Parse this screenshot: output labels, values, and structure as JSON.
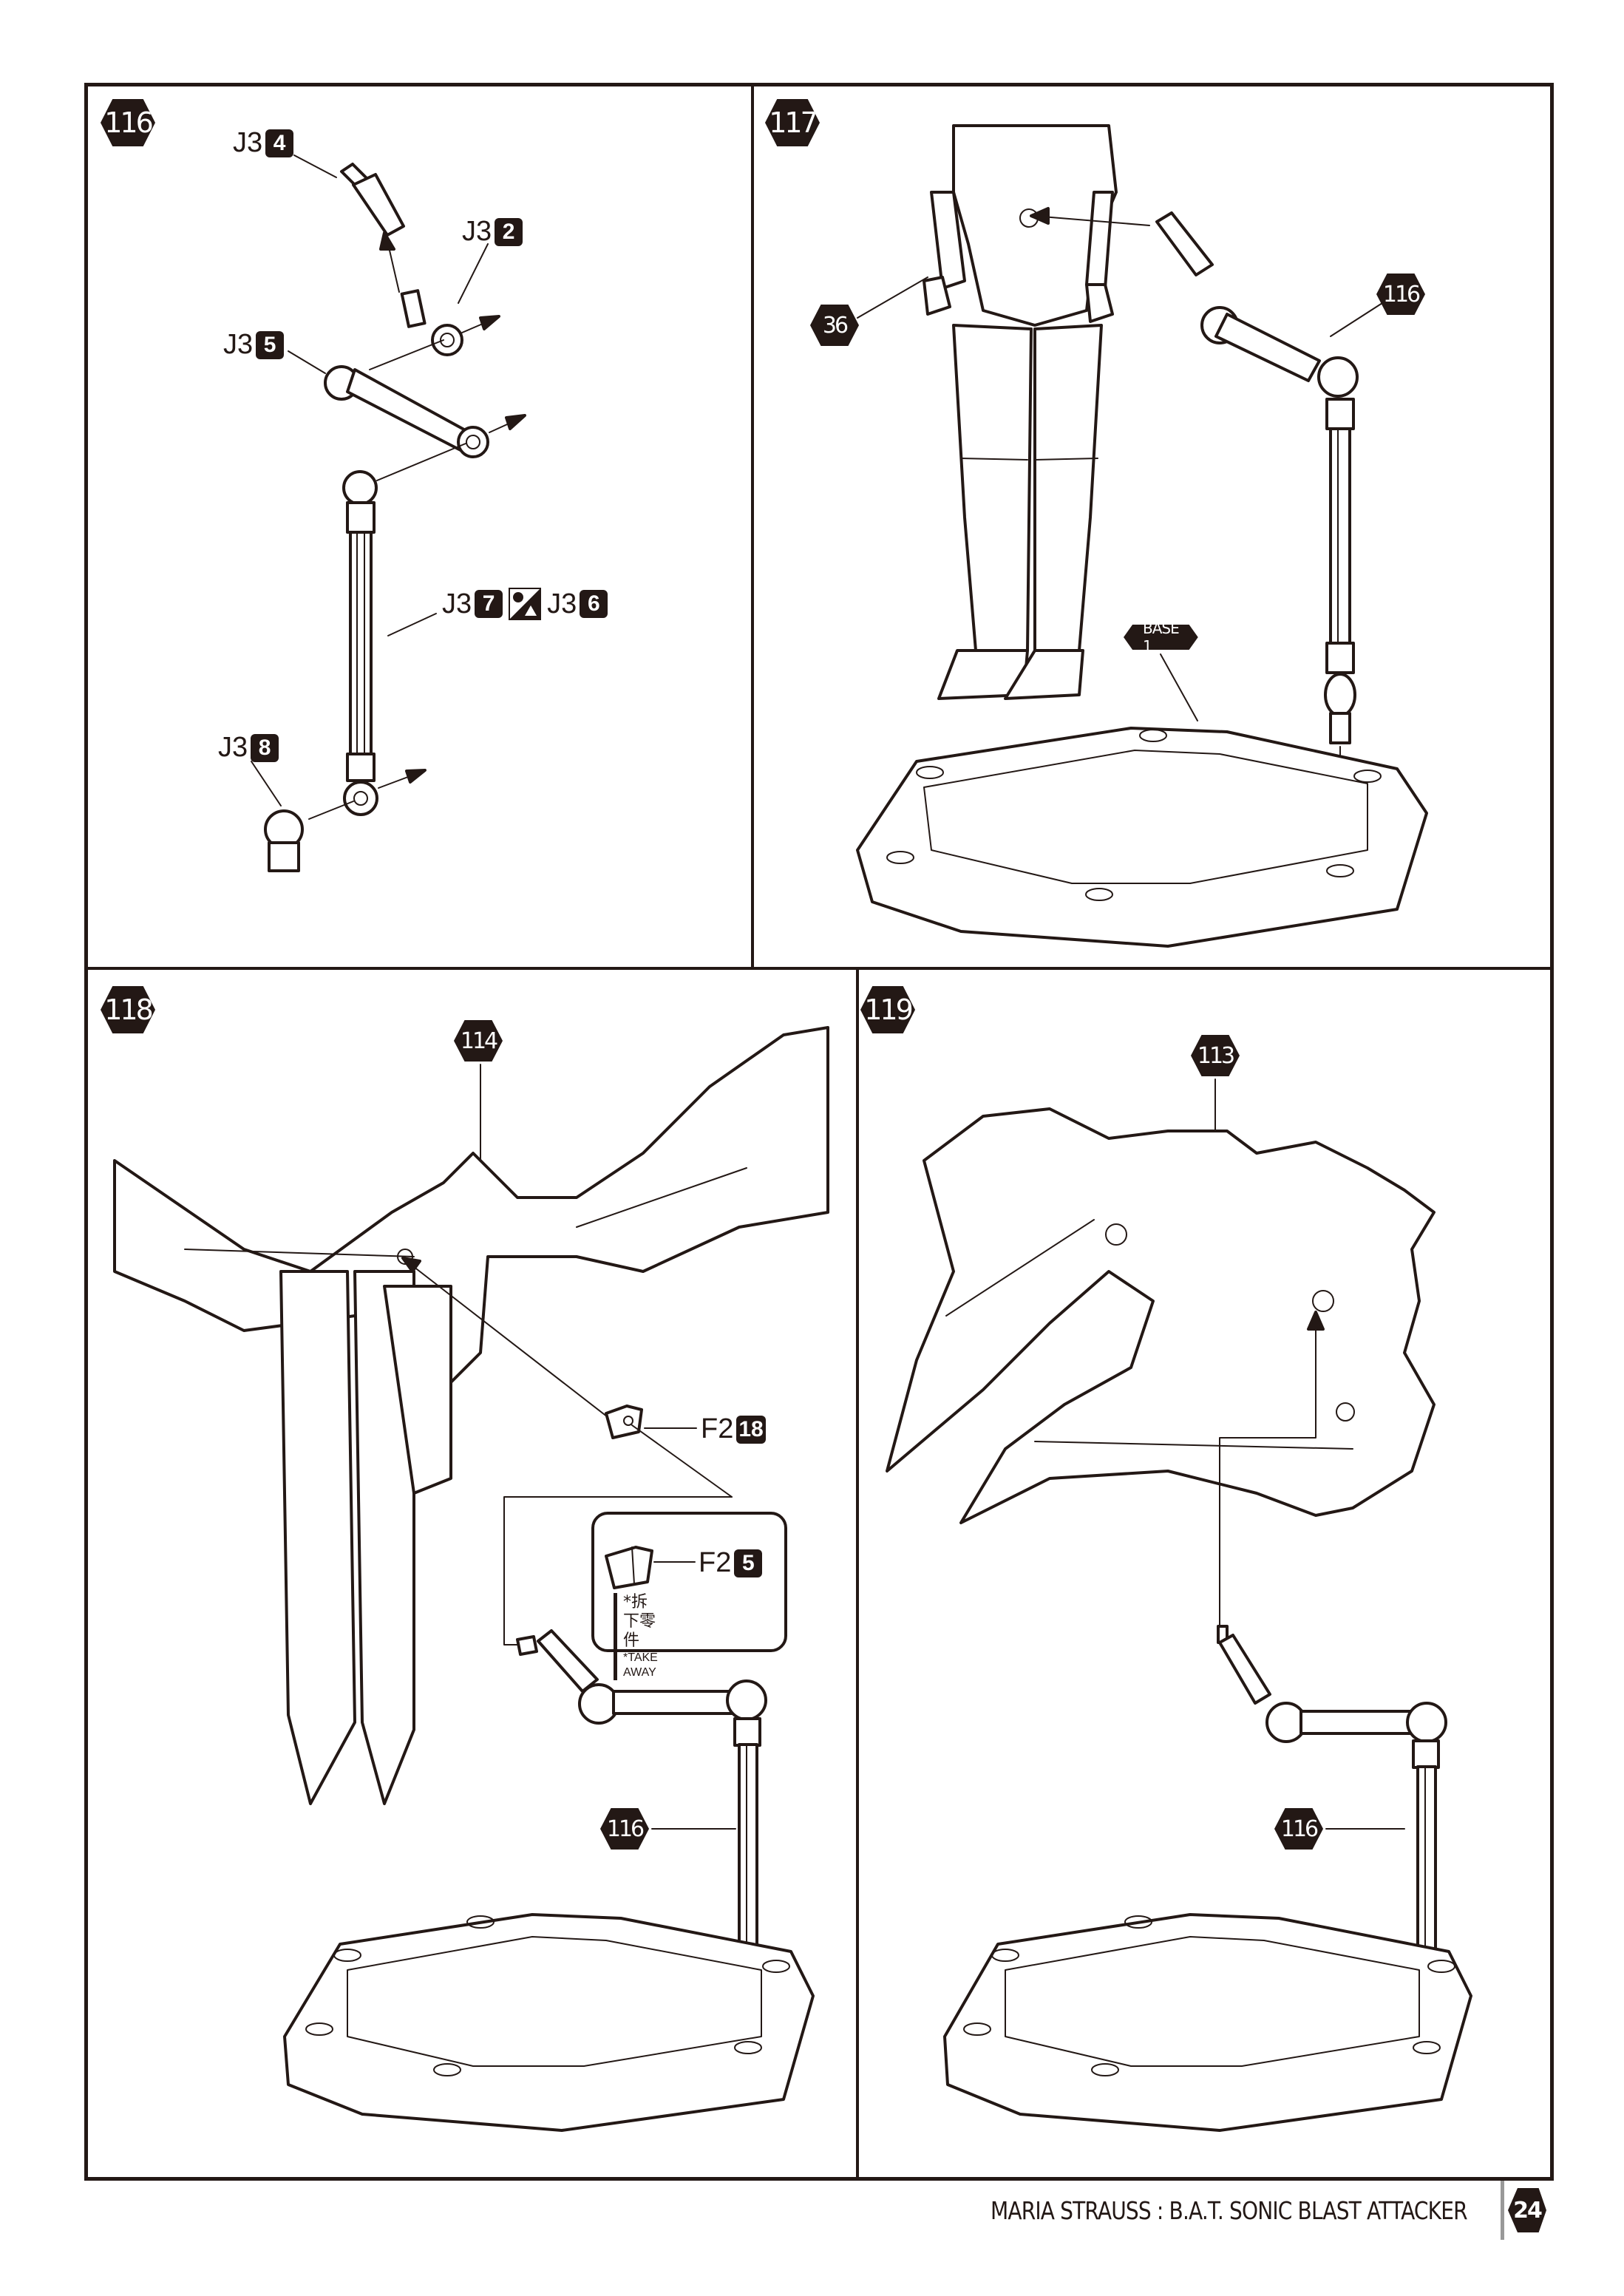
{
  "steps": [
    {
      "number": "116",
      "parts": [
        {
          "runner": "J3",
          "part": "4"
        },
        {
          "runner": "J3",
          "part": "2"
        },
        {
          "runner": "J3",
          "part": "5"
        },
        {
          "runner": "J3",
          "part": "7",
          "alt_runner": "J3",
          "alt_part": "6",
          "alt_icon": "color-variant-icon"
        },
        {
          "runner": "J3",
          "part": "8"
        }
      ]
    },
    {
      "number": "117",
      "refs": [
        "36",
        "116"
      ],
      "base_tag": "BASE 1"
    },
    {
      "number": "118",
      "refs": [
        "114",
        "116"
      ],
      "parts": [
        {
          "runner": "F2",
          "part": "18"
        }
      ],
      "note": {
        "parts": [
          {
            "runner": "F2",
            "part": "5"
          }
        ],
        "text_cn": "*拆下零件",
        "text_en": "*TAKE AWAY"
      }
    },
    {
      "number": "119",
      "refs": [
        "113",
        "116"
      ]
    }
  ],
  "footer": {
    "title": "MARIA STRAUSS : B.A.T. SONIC BLAST ATTACKER",
    "page_number": "24"
  },
  "colors": {
    "ink": "#231815",
    "paper": "#ffffff"
  }
}
